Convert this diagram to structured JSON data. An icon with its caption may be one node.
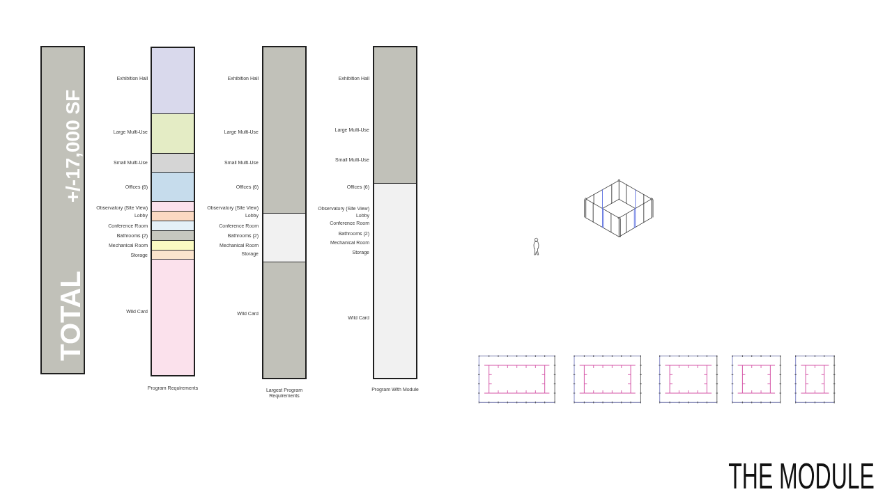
{
  "diagram": {
    "title": "THE MODULE",
    "nodes": [
      {
        "text": [
          "TOTAL",
          "+/-17,000 SF"
        ]
      },
      {
        "text": [
          "Program Requirements"
        ]
      },
      {
        "text": [
          "Exhibition Hall"
        ],
        "in": 1
      },
      {
        "text": [
          "Large Multi-Use"
        ],
        "in": 1
      },
      {
        "text": [
          "Small Multi-Use"
        ],
        "in": 1
      },
      {
        "text": [
          "Offices (6)"
        ],
        "in": 1
      },
      {
        "text": [
          "Observatory (Site View)"
        ],
        "in": 1
      },
      {
        "text": [
          "Lobby"
        ],
        "in": 1
      },
      {
        "text": [
          "Conference Room"
        ],
        "in": 1
      },
      {
        "text": [
          "Bathrooms (2)"
        ],
        "in": 1
      },
      {
        "text": [
          "Mechanical Room"
        ],
        "in": 1
      },
      {
        "text": [
          "Storage"
        ],
        "in": 1
      },
      {
        "text": [
          "Wild Card"
        ],
        "in": 1
      },
      {
        "text": [
          "Largest Program Requirements"
        ]
      },
      {
        "text": [],
        "shape": "box",
        "in": 13
      },
      {
        "text": [],
        "shape": "box",
        "in": 13
      },
      {
        "text": [],
        "shape": "box",
        "in": 13
      },
      {
        "text": [
          "Program With Module"
        ]
      },
      {
        "text": [],
        "shape": "box",
        "in": 17
      },
      {
        "text": [],
        "shape": "box",
        "in": 17
      }
    ],
    "labels": [
      "Exhibition Hall",
      "Large Multi-Use",
      "Small Multi-Use",
      "Offices (6)",
      "Observatory (Site View)",
      "Lobby",
      "Conference Room",
      "Bathrooms (2)",
      "Mechanical Room",
      "Storage",
      "Wild Card",
      "Exhibition Hall",
      "Large Multi-Use",
      "Small Multi-Use",
      "Offices (6)",
      "Observatory (Site View)",
      "Lobby",
      "Conference Room",
      "Bathrooms (2)",
      "Mechanical Room",
      "Storage",
      "Wild Card"
    ]
  }
}
